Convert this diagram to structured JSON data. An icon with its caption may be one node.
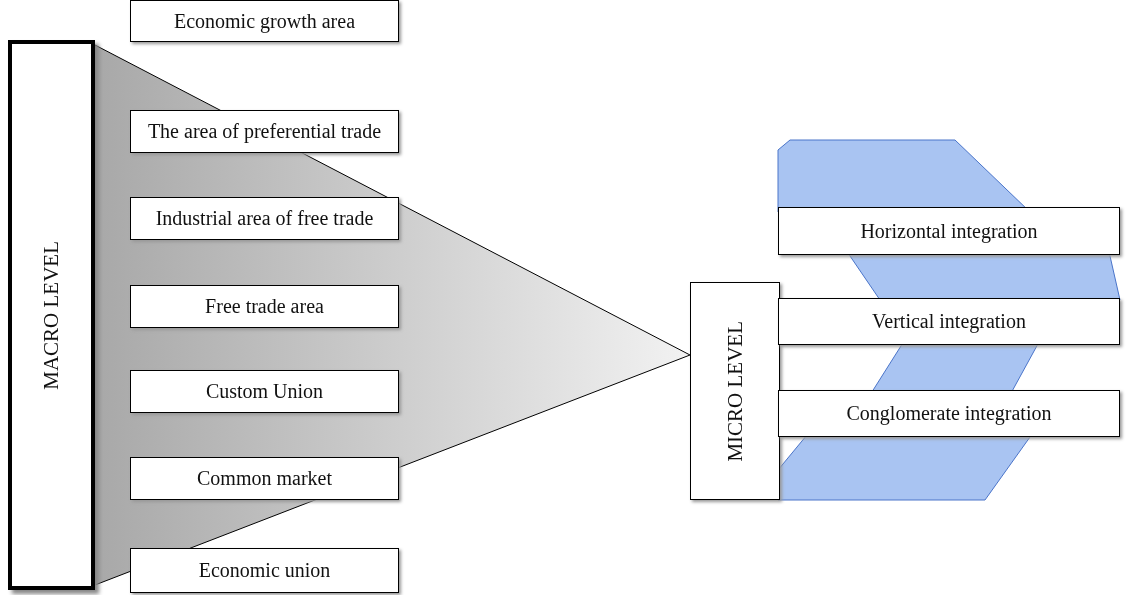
{
  "diagram": {
    "nodes": [
      {
        "text": [
          "MACRO LEVEL"
        ]
      },
      {
        "text": [
          "Economic growth area"
        ]
      },
      {
        "text": [
          "The area of preferential trade"
        ]
      },
      {
        "text": [
          "Industrial area of free trade"
        ]
      },
      {
        "text": [
          "Free trade area"
        ]
      },
      {
        "text": [
          "Custom Union"
        ]
      },
      {
        "text": [
          "Common market"
        ]
      },
      {
        "text": [
          "Economic union"
        ]
      },
      {
        "text": [
          "MICRO LEVEL"
        ]
      },
      {
        "text": [
          "Horizontal integration"
        ]
      },
      {
        "text": [
          "Vertical integration"
        ]
      },
      {
        "text": [
          "Conglomerate integration"
        ]
      }
    ]
  }
}
